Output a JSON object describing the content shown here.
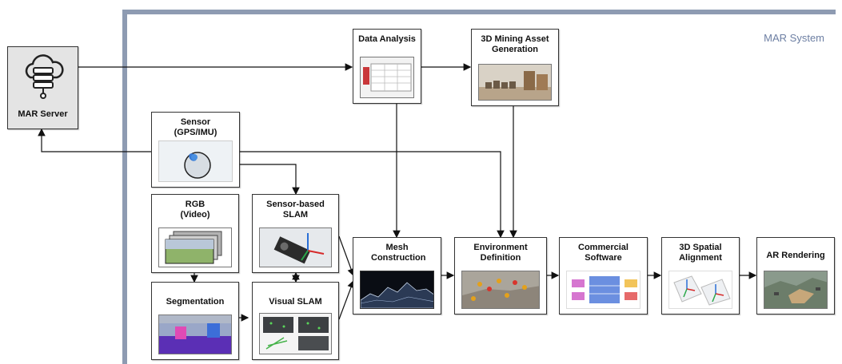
{
  "system": {
    "label": "MAR System"
  },
  "nodes": {
    "server": {
      "label": "MAR Server",
      "icon": "cloud-server-icon"
    },
    "data_analysis": {
      "label": "Data Analysis"
    },
    "asset_generation": {
      "label": "3D Mining Asset Generation"
    },
    "sensor": {
      "label": "Sensor (GPS/IMU)"
    },
    "rgb": {
      "label": "RGB (Video)"
    },
    "sensor_slam": {
      "label": "Sensor-based SLAM"
    },
    "segmentation": {
      "label": "Segmentation"
    },
    "visual_slam": {
      "label": "Visual SLAM"
    },
    "mesh": {
      "label": "Mesh Construction"
    },
    "environment": {
      "label": "Environment Definition"
    },
    "commercial": {
      "label": "Commercial Software"
    },
    "spatial": {
      "label": "3D Spatial Alignment"
    },
    "ar": {
      "label": "AR Rendering"
    }
  },
  "colors": {
    "frame": "#8e9bb2",
    "label": "#6d7fa3",
    "server_fill": "#e4e4e4"
  }
}
